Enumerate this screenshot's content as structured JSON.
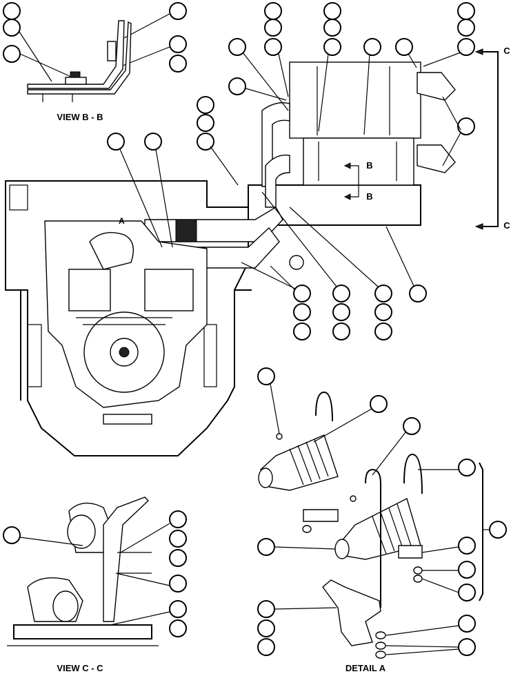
{
  "labels": {
    "view_bb": "VIEW B - B",
    "view_cc": "VIEW C - C",
    "detail_a": "DETAIL A",
    "section_c_top": "C",
    "section_c_bottom": "C",
    "section_b_top": "B",
    "section_b_bottom": "B",
    "detail_a_marker": "A"
  }
}
